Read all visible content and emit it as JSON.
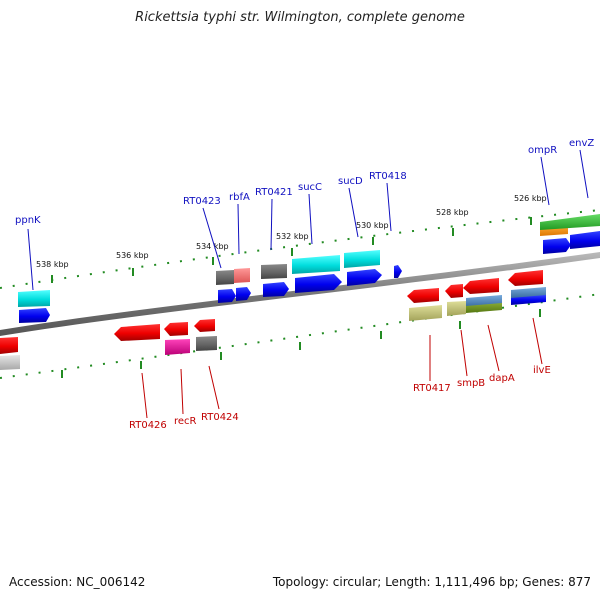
{
  "title": "Rickettsia typhi str. Wilmington, complete genome",
  "footer": {
    "accession": "Accession: NC_006142",
    "topology": "Topology: circular; Length: 1,111,496 bp; Genes: 877"
  },
  "colors": {
    "backbone": "#8a8a8a",
    "tick": "#228b22",
    "label_forward": "#1010c0",
    "label_reverse": "#c00000"
  },
  "kbp_labels": [
    "538 kbp",
    "536 kbp",
    "534 kbp",
    "532 kbp",
    "530 kbp",
    "528 kbp",
    "526 kbp"
  ],
  "forward_gene_labels": [
    "ppnK",
    "RT0423",
    "rbfA",
    "RT0421",
    "sucC",
    "sucD",
    "RT0418",
    "ompR",
    "envZ"
  ],
  "reverse_gene_labels": [
    "RT0426",
    "recR",
    "RT0424",
    "RT0417",
    "smpB",
    "dapA",
    "ilvE"
  ]
}
